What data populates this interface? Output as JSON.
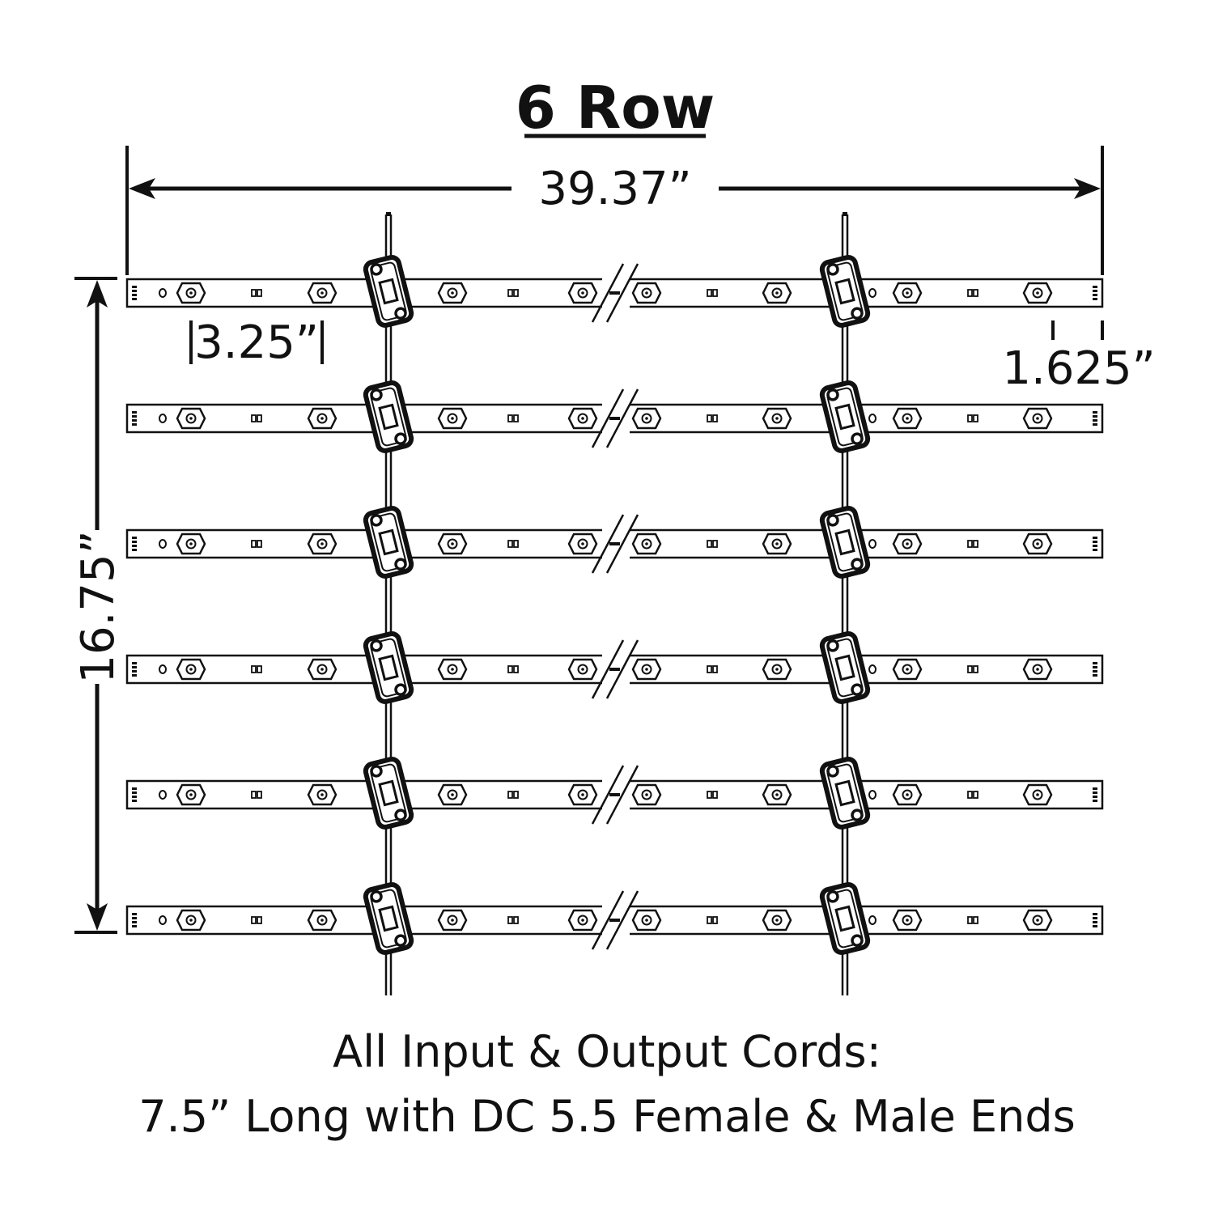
{
  "title": "6 Row",
  "dimensions": {
    "overall_width": "39.37”",
    "overall_height": "16.75”",
    "led_spacing": "3.25”",
    "end_offset": "1.625”"
  },
  "caption": {
    "line1": "All Input & Output Cords:",
    "line2": "7.5” Long with DC 5.5 Female & Male Ends"
  },
  "diagram": {
    "rows": 6,
    "leds_per_bar": 8,
    "wire_count": 2,
    "line_color": "#111111",
    "icons": [
      "led-module-icon",
      "mounting-bracket-icon",
      "break-mark-icon",
      "dimension-arrow-icon"
    ]
  }
}
